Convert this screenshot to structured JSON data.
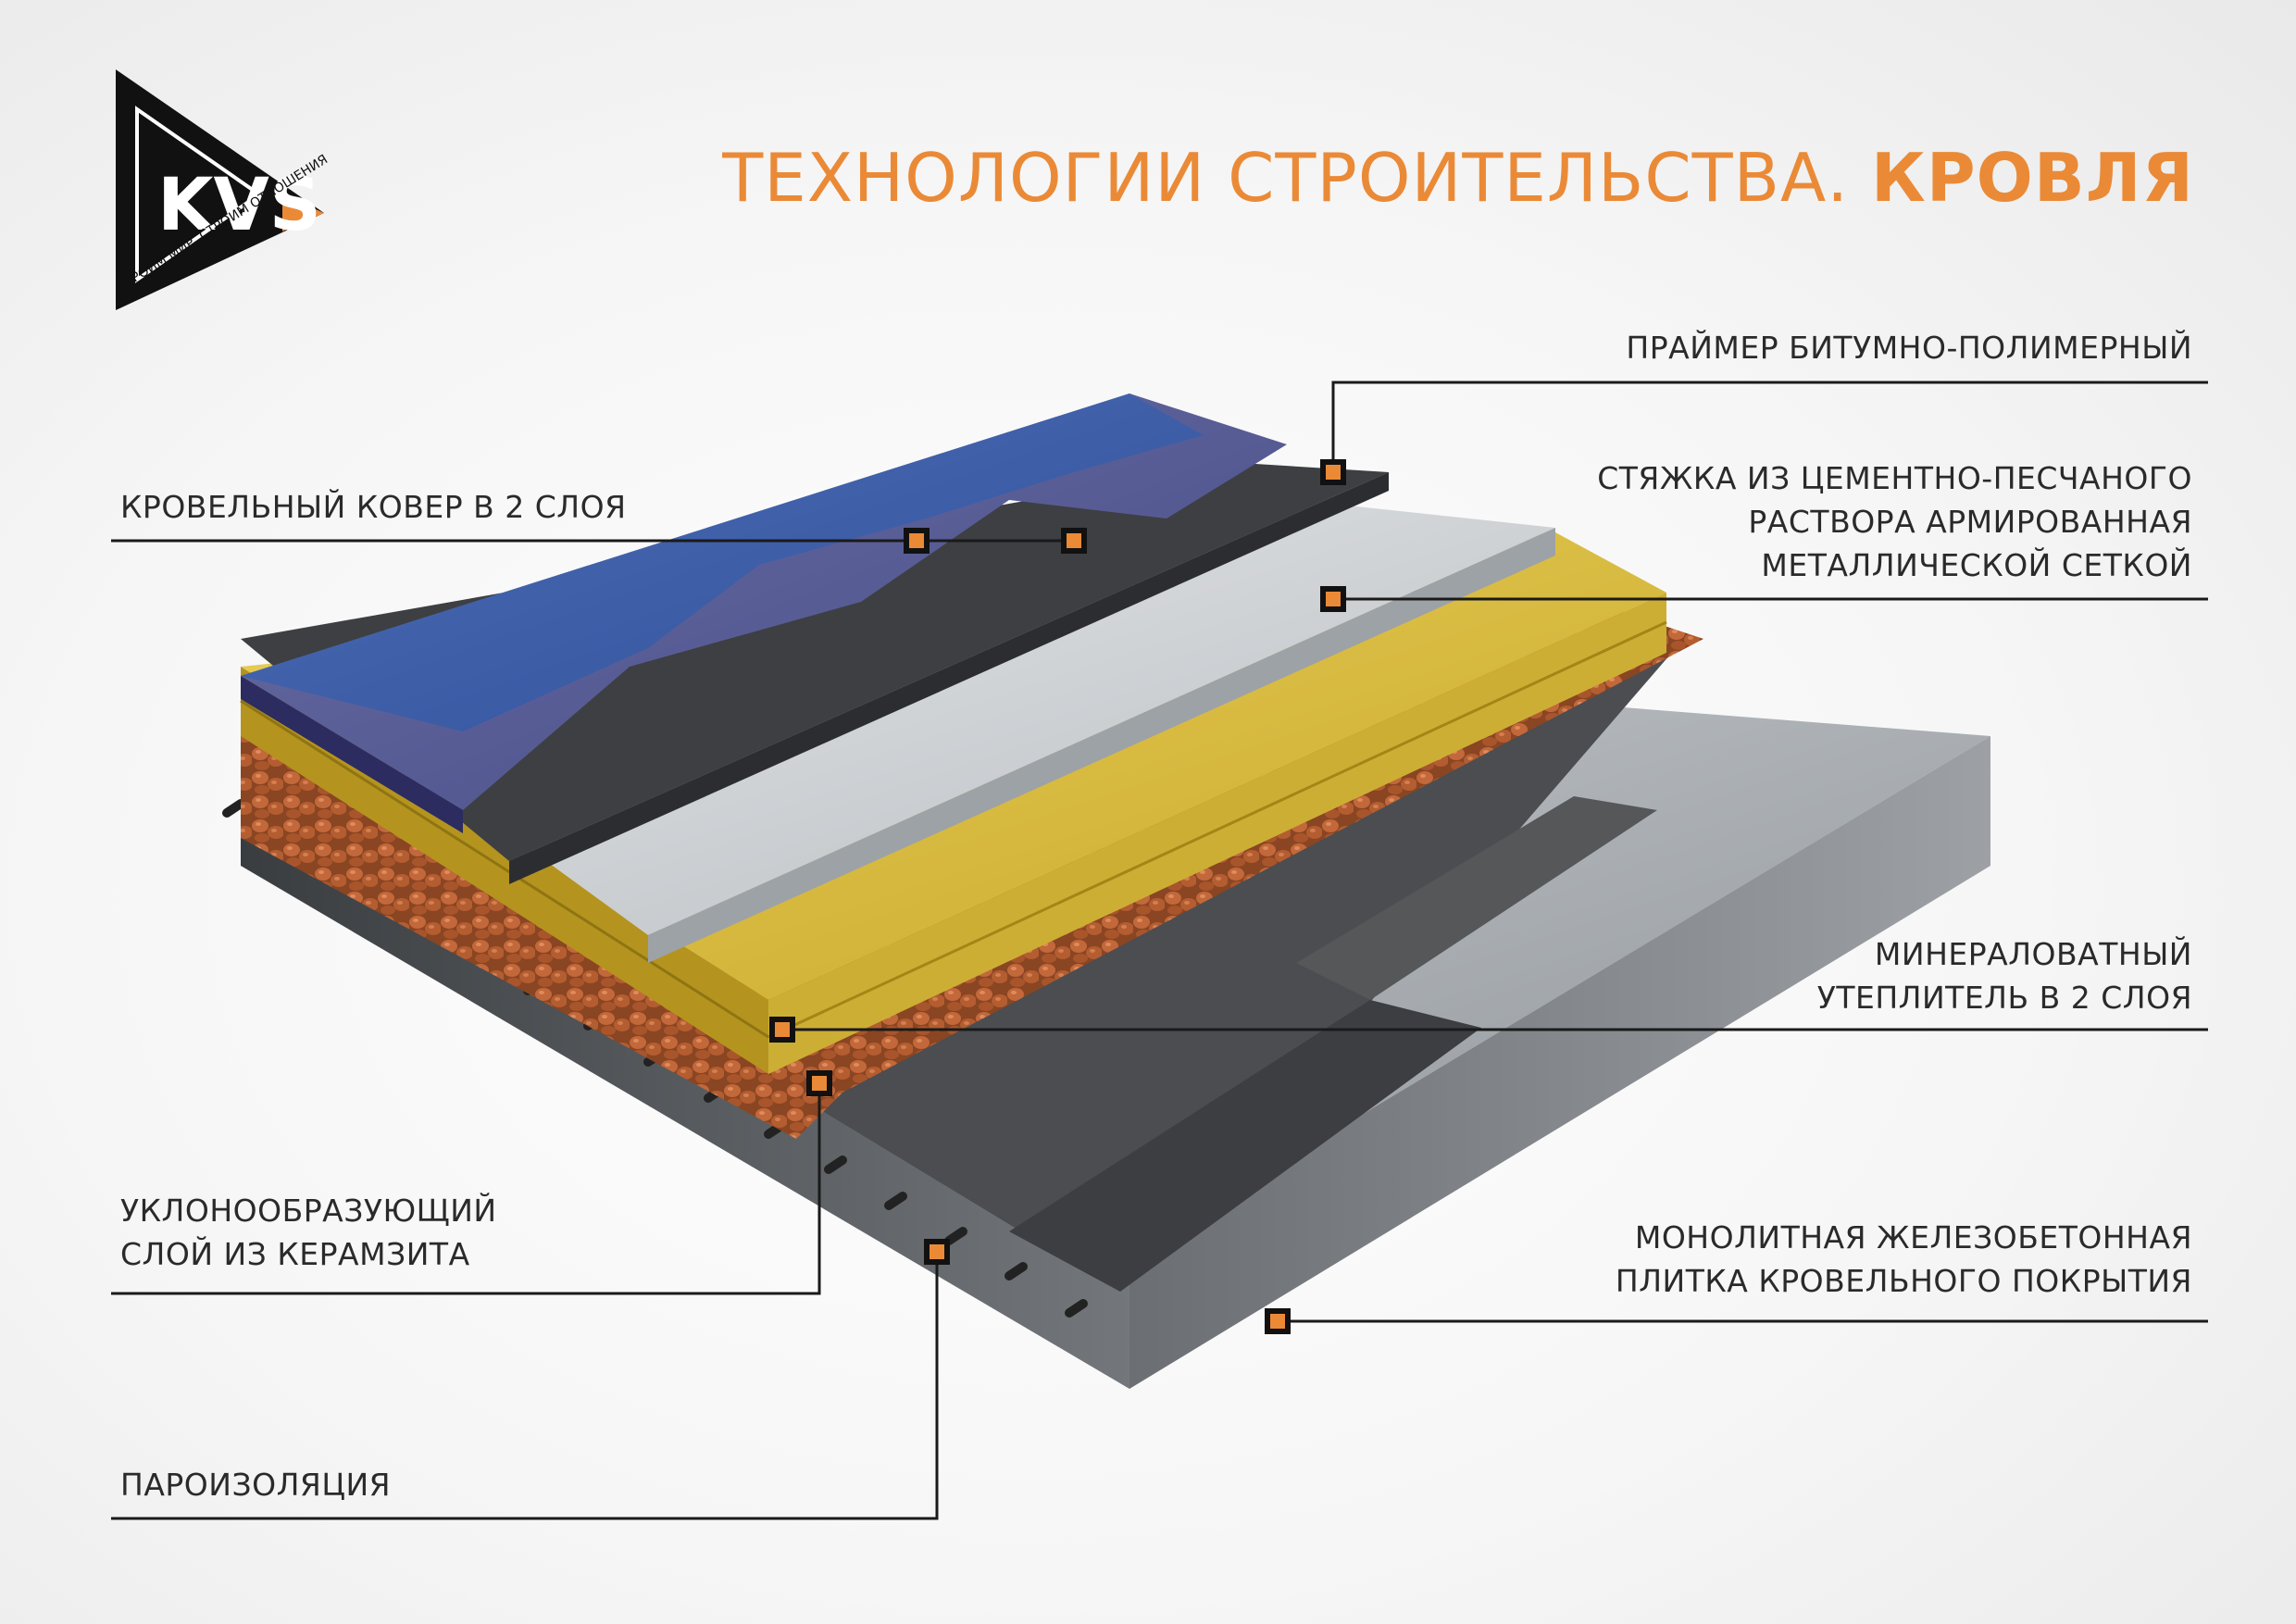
{
  "brand": {
    "logo_text": "KVS",
    "slogan": "СТРОИМ МИР. СТРОИМ ОТНОШЕНИЯ"
  },
  "title": {
    "main": "ТЕХНОЛОГИИ СТРОИТЕЛЬСТВА.",
    "accent": "КРОВЛЯ"
  },
  "colors": {
    "accent": "#ea8a37",
    "text": "#2a2a2a",
    "leader_line": "#1a1a1a"
  },
  "layers": {
    "primer": {
      "lines": [
        "ПРАЙМЕР БИТУМНО-ПОЛИМЕРНЫЙ"
      ]
    },
    "roof_membrane": {
      "lines": [
        "КРОВЕЛЬНЫЙ КОВЕР В 2 СЛОЯ"
      ]
    },
    "screed": {
      "lines": [
        "СТЯЖКА ИЗ ЦЕМЕНТНО-ПЕСЧАНОГО",
        "РАСТВОРА АРМИРОВАННАЯ",
        "МЕТАЛЛИЧЕСКОЙ СЕТКОЙ"
      ]
    },
    "mineral_wool": {
      "lines": [
        "МИНЕРАЛОВАТНЫЙ",
        "УТЕПЛИТЕЛЬ В 2 СЛОЯ"
      ]
    },
    "expanded_clay": {
      "lines": [
        "УКЛОНООБРАЗУЮЩИЙ",
        "СЛОЙ ИЗ КЕРАМЗИТА"
      ]
    },
    "concrete_slab": {
      "lines": [
        "МОНОЛИТНАЯ ЖЕЛЕЗОБЕТОННАЯ",
        "ПЛИТКА КРОВЕЛЬНОГО ПОКРЫТИЯ"
      ]
    },
    "vapor_barrier": {
      "lines": [
        "ПАРОИЗОЛЯЦИЯ"
      ]
    }
  }
}
